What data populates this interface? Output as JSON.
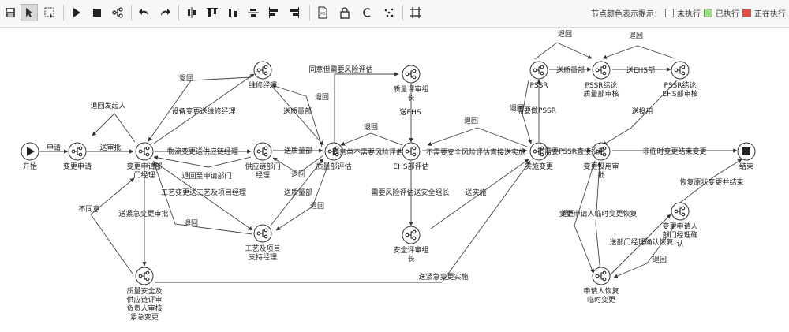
{
  "toolbar": {
    "buttons": [
      {
        "name": "save-button",
        "icon": "save-icon"
      },
      {
        "name": "pointer-tool-button",
        "icon": "pointer-icon",
        "active": true
      },
      {
        "name": "marquee-select-button",
        "icon": "marquee-icon"
      },
      {
        "name": "start-node-button",
        "icon": "play-icon"
      },
      {
        "name": "end-node-button",
        "icon": "stop-icon"
      },
      {
        "name": "task-node-button",
        "icon": "task-node-icon"
      },
      {
        "name": "undo-button",
        "icon": "undo-icon"
      },
      {
        "name": "redo-button",
        "icon": "redo-icon"
      },
      {
        "name": "align-center-vertical-button",
        "icon": "align-center-v-icon"
      },
      {
        "name": "align-top-button",
        "icon": "align-top-icon"
      },
      {
        "name": "align-bottom-button",
        "icon": "align-bottom-icon"
      },
      {
        "name": "align-middle-button",
        "icon": "align-middle-icon"
      },
      {
        "name": "align-left-button",
        "icon": "align-left-icon"
      },
      {
        "name": "align-right-button",
        "icon": "align-right-icon"
      },
      {
        "name": "export-jpg-button",
        "icon": "jpg-file-icon"
      },
      {
        "name": "lock-button",
        "icon": "lock-icon"
      },
      {
        "name": "refresh-button",
        "icon": "c-refresh-icon"
      },
      {
        "name": "scatter-layout-button",
        "icon": "scatter-icon"
      },
      {
        "name": "fit-canvas-button",
        "icon": "frame-icon"
      }
    ],
    "legend": {
      "title": "节点颜色表示提示：",
      "items": [
        {
          "label": "未执行",
          "color": "#ffffff"
        },
        {
          "label": "已执行",
          "color": "#99e07a"
        },
        {
          "label": "正在执行",
          "color": "#e84a3c"
        }
      ]
    }
  },
  "diagram": {
    "nodes": [
      {
        "id": "start",
        "type": "start",
        "label": "开始"
      },
      {
        "id": "biangeng_shenqing",
        "type": "task",
        "label": "变更申请"
      },
      {
        "id": "bgsq_bumen",
        "type": "task",
        "label": "变更申请部\n门经理"
      },
      {
        "id": "weixiu",
        "type": "task",
        "label": "维修经理"
      },
      {
        "id": "gongying",
        "type": "task",
        "label": "供应链部门\n经理"
      },
      {
        "id": "gongyi",
        "type": "task",
        "label": "工艺及项目\n支持经理"
      },
      {
        "id": "zhiliang_gongying",
        "type": "task",
        "label": "质量安全及\n供应链评审\n负责人审核\n紧急变更"
      },
      {
        "id": "zhiliangbu",
        "type": "task",
        "label": "质量部评估"
      },
      {
        "id": "zhiliang_zuzhang",
        "type": "task",
        "label": "质量评审组\n长"
      },
      {
        "id": "ehs_pinggu",
        "type": "task",
        "label": "EHS部评估"
      },
      {
        "id": "anquan_zuzhang",
        "type": "task",
        "label": "安全评审组\n长"
      },
      {
        "id": "shishi",
        "type": "task",
        "label": "实施变更"
      },
      {
        "id": "pssr",
        "type": "task",
        "label": "PSSR"
      },
      {
        "id": "pssr_zhiliang",
        "type": "task",
        "label": "PSSR结论\n质量部审核"
      },
      {
        "id": "pssr_ehs",
        "type": "task",
        "label": "PSSR结论\nEHS部审核"
      },
      {
        "id": "touyong",
        "type": "task",
        "label": "变更投用审\n批"
      },
      {
        "id": "end",
        "type": "end",
        "label": "结束"
      },
      {
        "id": "shenqing_ren",
        "type": "task",
        "label": "变更申请人\n部门经理确\n认"
      },
      {
        "id": "huifu",
        "type": "task",
        "label": "申请人恢复\n临时变更"
      }
    ],
    "edge_labels": [
      "申请",
      "送审批",
      "退回发起人",
      "退回",
      "设备变更送维修经理",
      "物流变更送供应链经理",
      "退回至申请部门",
      "工艺变更送工艺及项目经理",
      "退回",
      "不同意",
      "送紧急变更审批",
      "送质量部",
      "退回",
      "送质量部",
      "退回",
      "送质量部",
      "退回",
      "退回",
      "同意但需要风险评估",
      "同意单不需要风险评估",
      "退回",
      "送EHS",
      "需要风险评估送安全组长",
      "退回",
      "不需要安全风险评估直接送实施",
      "送实施",
      "送紧急变更实施",
      "退回",
      "送质量部",
      "退回",
      "送EHS部",
      "需要做PSSR",
      "退回",
      "不需要PSSR直接投用",
      "送投用",
      "非临时变更结束变更",
      "退回",
      "变更申请人临时变更恢复",
      "恢复原状变更并结束",
      "送部门经理确认恢复",
      "退回"
    ]
  }
}
